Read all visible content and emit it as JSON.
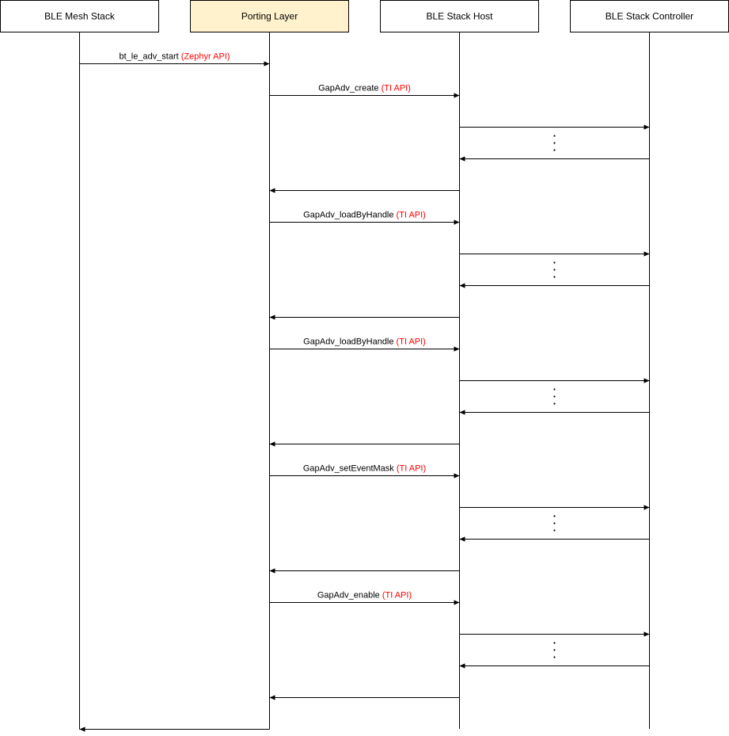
{
  "participants": [
    {
      "id": "mesh",
      "label": "BLE Mesh Stack",
      "fill": "#ffffff",
      "stroke": "#000000"
    },
    {
      "id": "port",
      "label": "Porting Layer",
      "fill": "#fff2cc",
      "stroke": "#d6b656"
    },
    {
      "id": "host",
      "label": "BLE Stack Host",
      "fill": "#ffffff",
      "stroke": "#000000"
    },
    {
      "id": "ctrl",
      "label": "BLE Stack Controller",
      "fill": "#ffffff",
      "stroke": "#000000"
    }
  ],
  "colors": {
    "line": "#000000",
    "api_tag": "#ff0000"
  },
  "messages": [
    {
      "from": "mesh",
      "to": "port",
      "label": "bt_le_adv_start",
      "tag": "(Zephyr API)"
    },
    {
      "from": "port",
      "to": "host",
      "label": "GapAdv_create",
      "tag": "(TI API)"
    },
    {
      "from": "host",
      "to": "ctrl",
      "label": "",
      "tag": ""
    },
    {
      "from": "ctrl",
      "to": "host",
      "label": "",
      "tag": "",
      "ellipsis": true
    },
    {
      "from": "host",
      "to": "port",
      "label": "",
      "tag": ""
    },
    {
      "from": "port",
      "to": "host",
      "label": "GapAdv_loadByHandle",
      "tag": "(TI API)"
    },
    {
      "from": "host",
      "to": "ctrl",
      "label": "",
      "tag": ""
    },
    {
      "from": "ctrl",
      "to": "host",
      "label": "",
      "tag": "",
      "ellipsis": true
    },
    {
      "from": "host",
      "to": "port",
      "label": "",
      "tag": ""
    },
    {
      "from": "port",
      "to": "host",
      "label": "GapAdv_loadByHandle",
      "tag": "(TI API)"
    },
    {
      "from": "host",
      "to": "ctrl",
      "label": "",
      "tag": ""
    },
    {
      "from": "ctrl",
      "to": "host",
      "label": "",
      "tag": "",
      "ellipsis": true
    },
    {
      "from": "host",
      "to": "port",
      "label": "",
      "tag": ""
    },
    {
      "from": "port",
      "to": "host",
      "label": "GapAdv_setEventMask",
      "tag": "(TI API)"
    },
    {
      "from": "host",
      "to": "ctrl",
      "label": "",
      "tag": ""
    },
    {
      "from": "ctrl",
      "to": "host",
      "label": "",
      "tag": "",
      "ellipsis": true
    },
    {
      "from": "host",
      "to": "port",
      "label": "",
      "tag": ""
    },
    {
      "from": "port",
      "to": "host",
      "label": "GapAdv_enable",
      "tag": "(TI API)"
    },
    {
      "from": "host",
      "to": "ctrl",
      "label": "",
      "tag": ""
    },
    {
      "from": "ctrl",
      "to": "host",
      "label": "",
      "tag": "",
      "ellipsis": true
    },
    {
      "from": "host",
      "to": "port",
      "label": "",
      "tag": ""
    },
    {
      "from": "port",
      "to": "mesh",
      "label": "",
      "tag": ""
    }
  ]
}
